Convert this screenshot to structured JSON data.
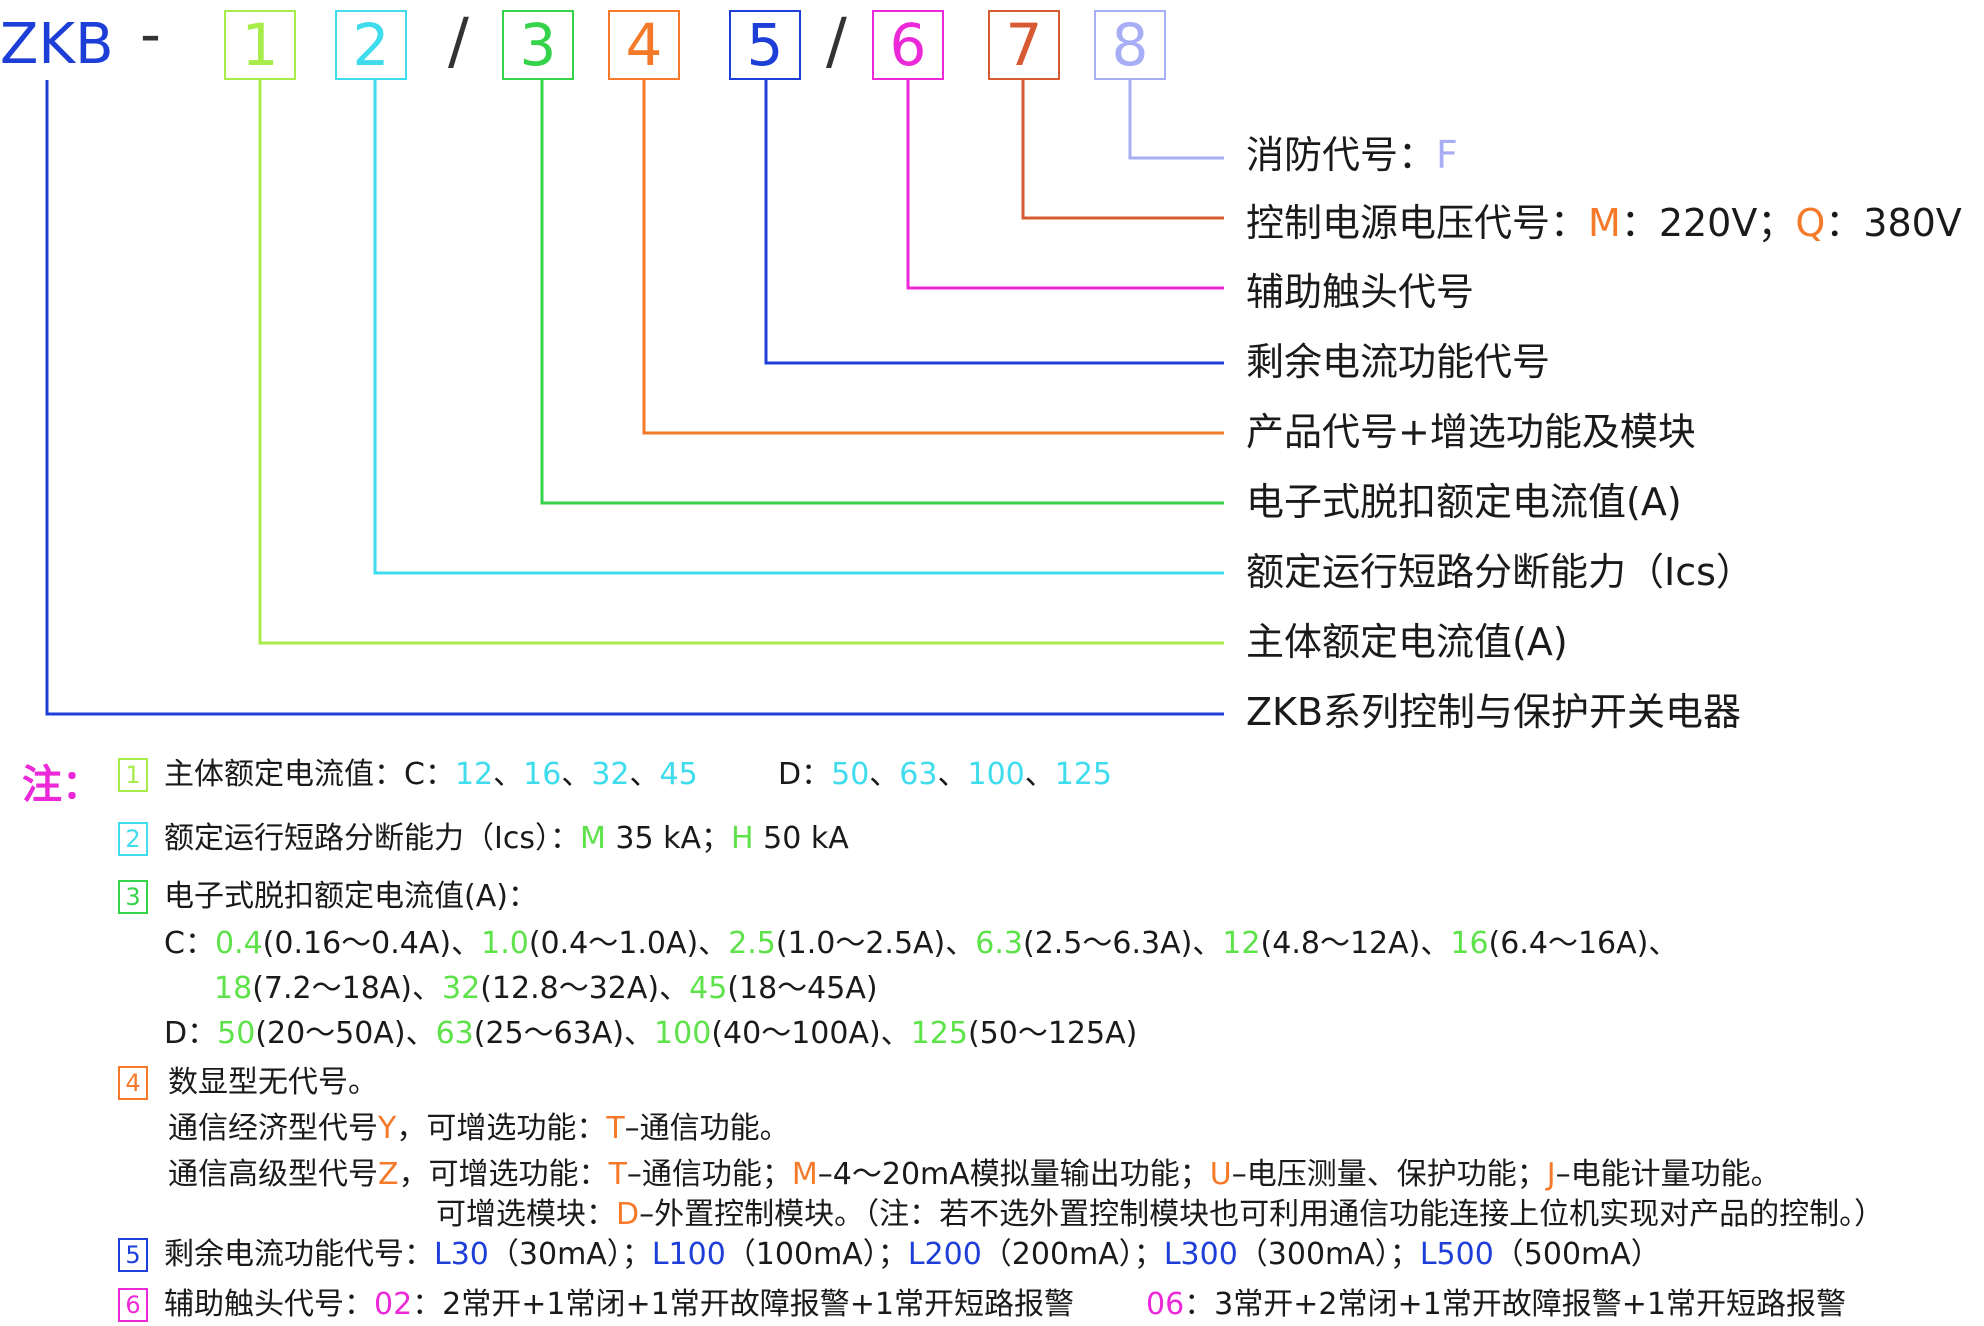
{
  "code": {
    "prefix": "ZKB",
    "dash": "-",
    "slash": "/",
    "digits": [
      {
        "text": "1",
        "color": "#a8ec4a"
      },
      {
        "text": "2",
        "color": "#3fdcee"
      },
      {
        "text": "3",
        "color": "#34d34a"
      },
      {
        "text": "4",
        "color": "#f47a2a"
      },
      {
        "text": "5",
        "color": "#1d3fd8"
      },
      {
        "text": "6",
        "color": "#ec29d8"
      },
      {
        "text": "7",
        "color": "#d75a32"
      },
      {
        "text": "8",
        "color": "#a7aef5"
      }
    ]
  },
  "labels": {
    "d8_text": "消防代号：",
    "d8_value": "F",
    "d7_text": "控制电源电压代号：",
    "d7_m": "M",
    "d7_m_val": "：220V；",
    "d7_q": "Q",
    "d7_q_val": "：380V",
    "d6": "辅助触头代号",
    "d5": "剩余电流功能代号",
    "d4": "产品代号+增选功能及模块",
    "d3": "电子式脱扣额定电流值(A)",
    "d2": "额定运行短路分断能力（Ics）",
    "d1": "主体额定电流值(A)",
    "series": "ZKB系列控制与保护开关电器"
  },
  "notes": {
    "title": "注：",
    "n1": {
      "box": "1",
      "label": "主体额定电流值：",
      "c_prefix": "C：",
      "c_values": [
        "12",
        "16",
        "32",
        "45"
      ],
      "d_prefix": "D：",
      "d_values": [
        "50",
        "63",
        "100",
        "125"
      ],
      "sep": "、"
    },
    "n2": {
      "box": "2",
      "label": "额定运行短路分断能力（Ics）：",
      "m": "M",
      "m_val": " 35 kA；",
      "h": "H",
      "h_val": " 50 kA"
    },
    "n3": {
      "box": "3",
      "label": "电子式脱扣额定电流值(A)：",
      "c_prefix": "C：",
      "d_prefix": "D：",
      "c_line1": [
        {
          "v": "0.4",
          "r": "(0.16～0.4A)、"
        },
        {
          "v": "1.0",
          "r": "(0.4～1.0A)、"
        },
        {
          "v": "2.5",
          "r": "(1.0～2.5A)、"
        },
        {
          "v": "6.3",
          "r": "(2.5～6.3A)、"
        },
        {
          "v": "12",
          "r": "(4.8～12A)、"
        },
        {
          "v": "16",
          "r": "(6.4～16A)、"
        }
      ],
      "c_line2": [
        {
          "v": "18",
          "r": "(7.2～18A)、"
        },
        {
          "v": "32",
          "r": "(12.8～32A)、"
        },
        {
          "v": "45",
          "r": "(18～45A)"
        }
      ],
      "d_line": [
        {
          "v": "50",
          "r": "(20～50A)、"
        },
        {
          "v": "63",
          "r": "(25～63A)、"
        },
        {
          "v": "100",
          "r": "(40～100A)、"
        },
        {
          "v": "125",
          "r": "(50～125A)"
        }
      ]
    },
    "n4": {
      "box": "4",
      "line1": "数显型无代号。",
      "line2_a": "通信经济型代号",
      "line2_y": "Y",
      "line2_b": "，可增选功能：",
      "line2_t": "T",
      "line2_c": "–通信功能。",
      "line3_a": "通信高级型代号",
      "line3_z": "Z",
      "line3_b": "，可增选功能：",
      "line3_t": "T",
      "line3_c": "–通信功能；",
      "line3_m": "M",
      "line3_d": "–4～20mA模拟量输出功能；",
      "line3_u": "U",
      "line3_e": "–电压测量、保护功能；",
      "line3_j": "J",
      "line3_f": "–电能计量功能。",
      "line4_a": "可增选模块：",
      "line4_d": "D",
      "line4_b": "–外置控制模块。（注：若不选外置控制模块也可利用通信功能连接上位机实现对产品的控制。）"
    },
    "n5": {
      "box": "5",
      "label": "剩余电流功能代号：",
      "items": [
        {
          "v": "L30",
          "r": "（30mA）；"
        },
        {
          "v": "L100",
          "r": "（100mA）；"
        },
        {
          "v": "L200",
          "r": "（200mA）；"
        },
        {
          "v": "L300",
          "r": "（300mA）；"
        },
        {
          "v": "L500",
          "r": "（500mA）"
        }
      ]
    },
    "n6": {
      "box": "6",
      "label": "辅助触头代号：",
      "v1": "02",
      "r1": "：2常开+1常闭+1常开故障报警+1常开短路报警",
      "v2": "06",
      "r2": "：3常开+2常闭+1常开故障报警+1常开短路报警"
    }
  }
}
